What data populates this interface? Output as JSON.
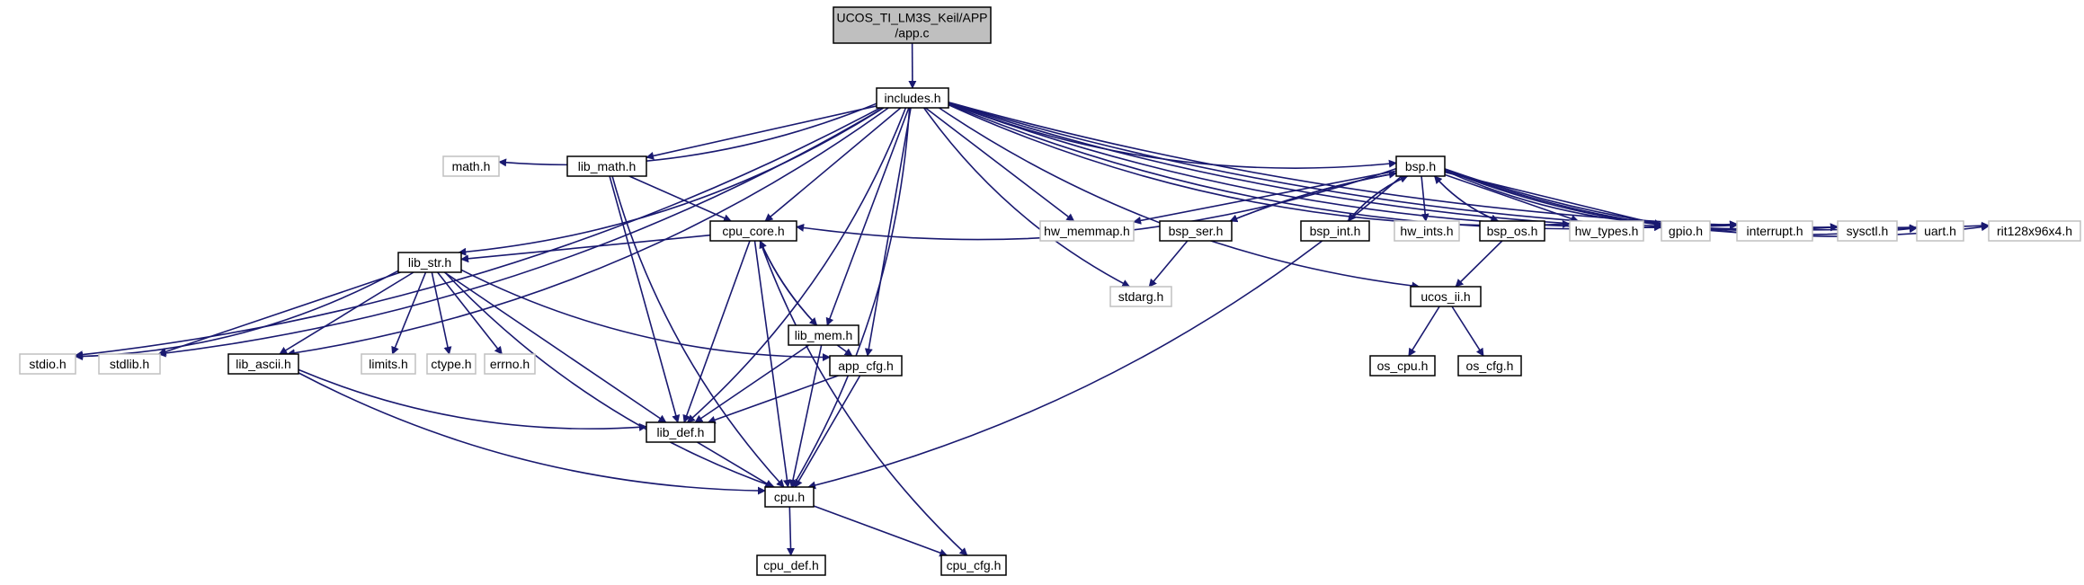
{
  "colors": {
    "edge": "#191970",
    "node_border": "#000000",
    "external_border": "#c0c0c0",
    "root_fill": "#bfbfbf",
    "node_fill": "#ffffff",
    "external_text": "#444444"
  },
  "nodes": [
    {
      "id": "root",
      "lines": [
        "UCOS_TI_LM3S_Keil/APP",
        "/app.c"
      ],
      "kind": "root"
    },
    {
      "id": "includes",
      "lines": [
        "includes.h"
      ],
      "kind": "local"
    },
    {
      "id": "math",
      "lines": [
        "math.h"
      ],
      "kind": "external"
    },
    {
      "id": "lib_math",
      "lines": [
        "lib_math.h"
      ],
      "kind": "local"
    },
    {
      "id": "bsp",
      "lines": [
        "bsp.h"
      ],
      "kind": "local"
    },
    {
      "id": "cpu_core",
      "lines": [
        "cpu_core.h"
      ],
      "kind": "local"
    },
    {
      "id": "hw_memmap",
      "lines": [
        "hw_memmap.h"
      ],
      "kind": "external"
    },
    {
      "id": "bsp_ser",
      "lines": [
        "bsp_ser.h"
      ],
      "kind": "local"
    },
    {
      "id": "bsp_int",
      "lines": [
        "bsp_int.h"
      ],
      "kind": "local"
    },
    {
      "id": "hw_ints",
      "lines": [
        "hw_ints.h"
      ],
      "kind": "external"
    },
    {
      "id": "bsp_os",
      "lines": [
        "bsp_os.h"
      ],
      "kind": "local"
    },
    {
      "id": "hw_types",
      "lines": [
        "hw_types.h"
      ],
      "kind": "external"
    },
    {
      "id": "gpio",
      "lines": [
        "gpio.h"
      ],
      "kind": "external"
    },
    {
      "id": "interrupt",
      "lines": [
        "interrupt.h"
      ],
      "kind": "external"
    },
    {
      "id": "sysctl",
      "lines": [
        "sysctl.h"
      ],
      "kind": "external"
    },
    {
      "id": "uart",
      "lines": [
        "uart.h"
      ],
      "kind": "external"
    },
    {
      "id": "rit",
      "lines": [
        "rit128x96x4.h"
      ],
      "kind": "external"
    },
    {
      "id": "lib_str",
      "lines": [
        "lib_str.h"
      ],
      "kind": "local"
    },
    {
      "id": "lib_mem",
      "lines": [
        "lib_mem.h"
      ],
      "kind": "local"
    },
    {
      "id": "stdarg",
      "lines": [
        "stdarg.h"
      ],
      "kind": "external"
    },
    {
      "id": "ucos_ii",
      "lines": [
        "ucos_ii.h"
      ],
      "kind": "local"
    },
    {
      "id": "stdio",
      "lines": [
        "stdio.h"
      ],
      "kind": "external"
    },
    {
      "id": "stdlib",
      "lines": [
        "stdlib.h"
      ],
      "kind": "external"
    },
    {
      "id": "lib_ascii",
      "lines": [
        "lib_ascii.h"
      ],
      "kind": "local"
    },
    {
      "id": "limits",
      "lines": [
        "limits.h"
      ],
      "kind": "external"
    },
    {
      "id": "ctype",
      "lines": [
        "ctype.h"
      ],
      "kind": "external"
    },
    {
      "id": "errno",
      "lines": [
        "errno.h"
      ],
      "kind": "external"
    },
    {
      "id": "app_cfg",
      "lines": [
        "app_cfg.h"
      ],
      "kind": "local"
    },
    {
      "id": "os_cpu",
      "lines": [
        "os_cpu.h"
      ],
      "kind": "local"
    },
    {
      "id": "os_cfg",
      "lines": [
        "os_cfg.h"
      ],
      "kind": "local"
    },
    {
      "id": "lib_def",
      "lines": [
        "lib_def.h"
      ],
      "kind": "local"
    },
    {
      "id": "cpu",
      "lines": [
        "cpu.h"
      ],
      "kind": "local"
    },
    {
      "id": "cpu_def",
      "lines": [
        "cpu_def.h"
      ],
      "kind": "local"
    },
    {
      "id": "cpu_cfg",
      "lines": [
        "cpu_cfg.h"
      ],
      "kind": "local"
    }
  ],
  "edges": [
    [
      "root",
      "includes"
    ],
    [
      "includes",
      "math"
    ],
    [
      "includes",
      "lib_math"
    ],
    [
      "includes",
      "bsp"
    ],
    [
      "includes",
      "cpu_core"
    ],
    [
      "includes",
      "hw_memmap"
    ],
    [
      "includes",
      "hw_types"
    ],
    [
      "includes",
      "gpio"
    ],
    [
      "includes",
      "interrupt"
    ],
    [
      "includes",
      "sysctl"
    ],
    [
      "includes",
      "uart"
    ],
    [
      "includes",
      "rit"
    ],
    [
      "includes",
      "lib_str"
    ],
    [
      "includes",
      "lib_mem"
    ],
    [
      "includes",
      "stdarg"
    ],
    [
      "includes",
      "ucos_ii"
    ],
    [
      "includes",
      "stdio"
    ],
    [
      "includes",
      "stdlib"
    ],
    [
      "includes",
      "lib_ascii"
    ],
    [
      "includes",
      "app_cfg"
    ],
    [
      "includes",
      "lib_def"
    ],
    [
      "includes",
      "cpu"
    ],
    [
      "lib_math",
      "cpu_core"
    ],
    [
      "lib_math",
      "lib_def"
    ],
    [
      "lib_math",
      "cpu"
    ],
    [
      "bsp",
      "cpu_core"
    ],
    [
      "bsp",
      "hw_memmap"
    ],
    [
      "bsp",
      "bsp_ser"
    ],
    [
      "bsp",
      "bsp_int"
    ],
    [
      "bsp",
      "hw_ints"
    ],
    [
      "bsp",
      "bsp_os"
    ],
    [
      "bsp",
      "hw_types"
    ],
    [
      "bsp",
      "gpio"
    ],
    [
      "bsp",
      "interrupt"
    ],
    [
      "bsp",
      "sysctl"
    ],
    [
      "bsp",
      "uart"
    ],
    [
      "bsp",
      "rit"
    ],
    [
      "bsp",
      "cpu"
    ],
    [
      "bsp_ser",
      "bsp"
    ],
    [
      "bsp_ser",
      "stdarg"
    ],
    [
      "bsp_int",
      "bsp"
    ],
    [
      "bsp_os",
      "bsp"
    ],
    [
      "bsp_os",
      "ucos_ii"
    ],
    [
      "cpu_core",
      "lib_str"
    ],
    [
      "cpu_core",
      "lib_mem"
    ],
    [
      "cpu_core",
      "lib_def"
    ],
    [
      "cpu_core",
      "cpu"
    ],
    [
      "cpu_core",
      "cpu_cfg"
    ],
    [
      "lib_mem",
      "cpu_core"
    ],
    [
      "lib_mem",
      "app_cfg"
    ],
    [
      "lib_mem",
      "lib_def"
    ],
    [
      "lib_mem",
      "cpu"
    ],
    [
      "lib_str",
      "stdio"
    ],
    [
      "lib_str",
      "stdlib"
    ],
    [
      "lib_str",
      "lib_ascii"
    ],
    [
      "lib_str",
      "limits"
    ],
    [
      "lib_str",
      "ctype"
    ],
    [
      "lib_str",
      "errno"
    ],
    [
      "lib_str",
      "app_cfg"
    ],
    [
      "lib_str",
      "lib_def"
    ],
    [
      "lib_str",
      "cpu"
    ],
    [
      "ucos_ii",
      "os_cpu"
    ],
    [
      "ucos_ii",
      "os_cfg"
    ],
    [
      "lib_ascii",
      "lib_def"
    ],
    [
      "lib_ascii",
      "cpu"
    ],
    [
      "app_cfg",
      "lib_def"
    ],
    [
      "app_cfg",
      "cpu"
    ],
    [
      "lib_def",
      "cpu"
    ],
    [
      "cpu",
      "cpu_def"
    ],
    [
      "cpu",
      "cpu_cfg"
    ]
  ]
}
